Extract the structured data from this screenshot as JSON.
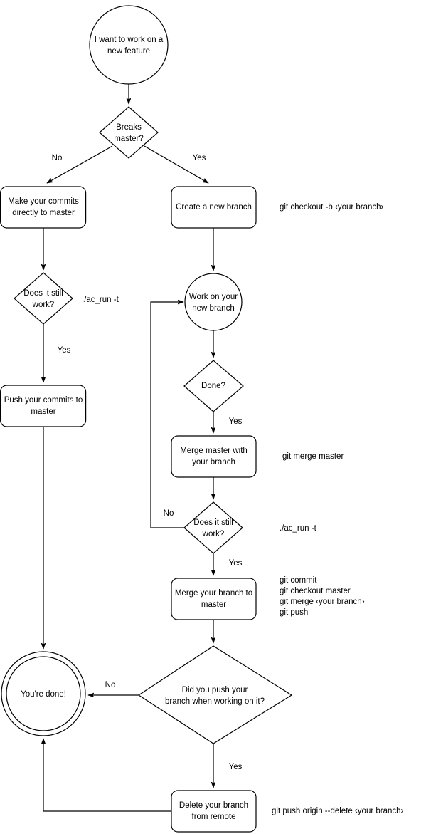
{
  "diagram": {
    "title": "Git branching workflow flowchart",
    "background_color": "#ffffff",
    "stroke_color": "#000000",
    "text_color": "#000000"
  },
  "nodes": {
    "start": {
      "id": "start",
      "shape": "circle",
      "line1": "I want to work on a",
      "line2": "new feature"
    },
    "breaks_master": {
      "id": "breaks_master",
      "shape": "diamond",
      "line1": "Breaks",
      "line2": "master?"
    },
    "commit_direct": {
      "id": "commit_direct",
      "shape": "rounded-rect",
      "line1": "Make your commits",
      "line2": "directly to master"
    },
    "create_branch": {
      "id": "create_branch",
      "shape": "rounded-rect",
      "line1": "Create a new branch",
      "line2": ""
    },
    "still_work_left": {
      "id": "still_work_left",
      "shape": "diamond",
      "line1": "Does it still",
      "line2": "work?"
    },
    "push_commits": {
      "id": "push_commits",
      "shape": "rounded-rect",
      "line1": "Push your commits to",
      "line2": "master"
    },
    "work_branch": {
      "id": "work_branch",
      "shape": "circle",
      "line1": "Work on your",
      "line2": "new branch"
    },
    "done_q": {
      "id": "done_q",
      "shape": "diamond",
      "line1": "Done?",
      "line2": ""
    },
    "merge_master": {
      "id": "merge_master",
      "shape": "rounded-rect",
      "line1": "Merge master with",
      "line2": "your branch"
    },
    "still_work_right": {
      "id": "still_work_right",
      "shape": "diamond",
      "line1": "Does it still",
      "line2": "work?"
    },
    "merge_branch": {
      "id": "merge_branch",
      "shape": "rounded-rect",
      "line1": "Merge your branch to",
      "line2": "master"
    },
    "did_push": {
      "id": "did_push",
      "shape": "diamond",
      "line1": "Did you push your",
      "line2": "branch when working on it?"
    },
    "delete_branch": {
      "id": "delete_branch",
      "shape": "rounded-rect",
      "line1": "Delete your branch",
      "line2": "from remote"
    },
    "end": {
      "id": "end",
      "shape": "double-circle",
      "line1": "You're done!",
      "line2": ""
    }
  },
  "edge_labels": {
    "breaks_no": "No",
    "breaks_yes": "Yes",
    "left_still_work_yes": "Yes",
    "done_yes": "Yes",
    "right_still_work_no": "No",
    "right_still_work_yes": "Yes",
    "did_push_no": "No",
    "did_push_yes": "Yes"
  },
  "annotations": {
    "checkout": "git checkout -b ‹your branch›",
    "ac_run_left": "./ac_run -t",
    "merge_master_cmd": "git merge master",
    "ac_run_right": "./ac_run -t",
    "merge_cmds_line1": "git commit",
    "merge_cmds_line2": "git checkout master",
    "merge_cmds_line3": "git merge ‹your branch›",
    "merge_cmds_line4": "git push",
    "delete_cmd": "git push origin --delete ‹your branch›"
  }
}
